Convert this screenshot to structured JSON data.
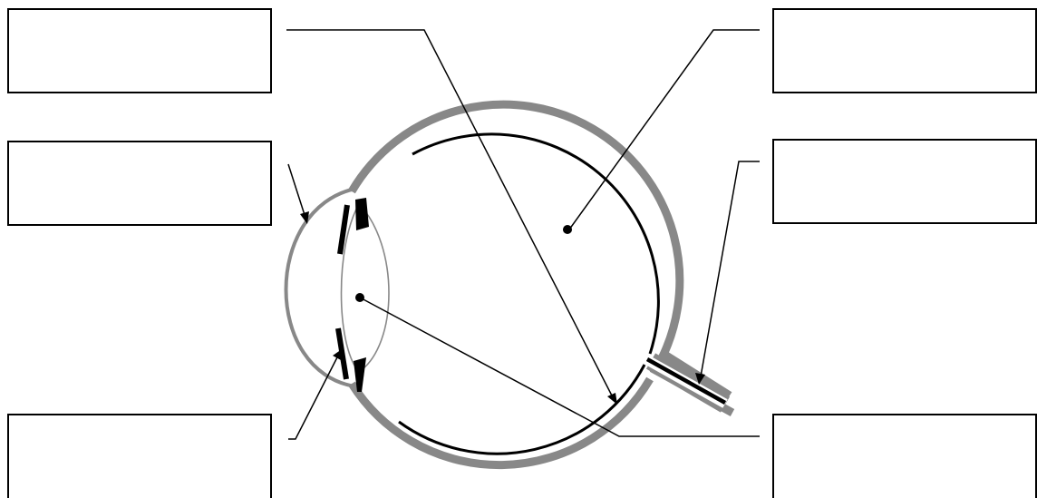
{
  "figure": {
    "type": "eye-anatomy-worksheet",
    "labels": [
      {
        "id": "label-retina-target",
        "text": ""
      },
      {
        "id": "label-cornea",
        "text": ""
      },
      {
        "id": "label-iris",
        "text": ""
      },
      {
        "id": "label-vitreous-humor",
        "text": ""
      },
      {
        "id": "label-optic-nerve",
        "text": ""
      },
      {
        "id": "label-lens",
        "text": ""
      }
    ],
    "colors": {
      "outline": "#000000",
      "sclera": "#888888",
      "background": "#ffffff"
    }
  }
}
